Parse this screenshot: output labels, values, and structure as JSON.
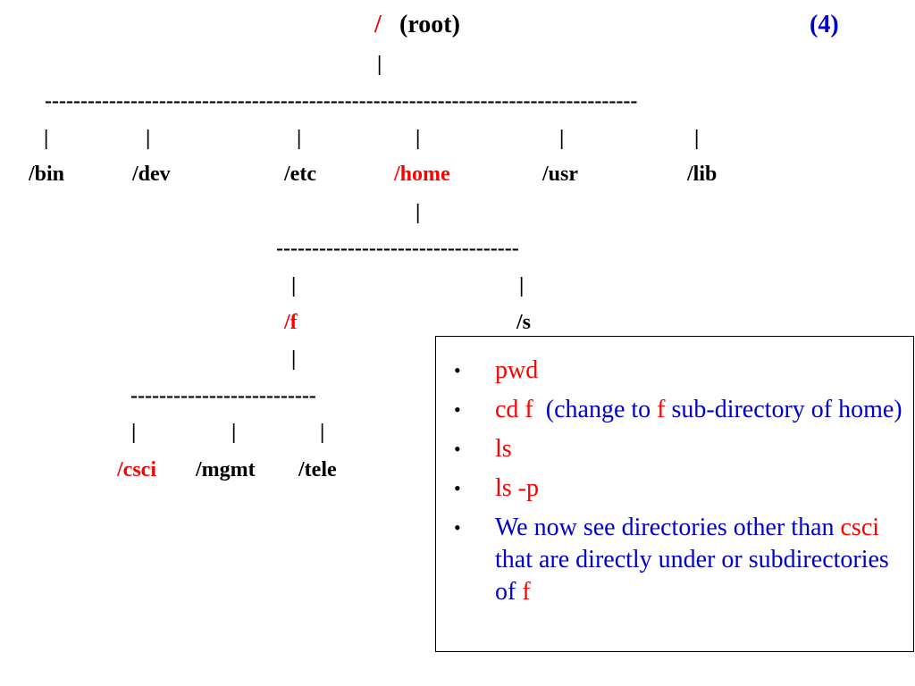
{
  "header": {
    "root_slash": "/",
    "root_label": "(root)",
    "number": "(4)"
  },
  "tree": {
    "root_pipe": "|",
    "level1_line": "-----------------------------------------------------------------------------------",
    "level1_pipes": [
      "|",
      "|",
      "|",
      "|",
      "|",
      "|"
    ],
    "level1_dirs": [
      "/bin",
      "/dev",
      "/etc",
      "/home",
      "/usr",
      "/lib"
    ],
    "home_pipe": "|",
    "level2_line": "----------------------------------",
    "level2_pipes": [
      "|",
      "|"
    ],
    "level2_dirs": [
      "/f",
      "/s"
    ],
    "f_pipe": "|",
    "level3_line": "--------------------------",
    "level3_pipes": [
      "|",
      "|",
      "|"
    ],
    "level3_dirs": [
      "/csci",
      "/mgmt",
      "/tele"
    ]
  },
  "notes": {
    "bullet_glyph": "•",
    "items": [
      {
        "parts": [
          "pwd"
        ]
      },
      {
        "parts": [
          "cd f",
          "  (change to ",
          "f",
          " sub-directory of home)"
        ]
      },
      {
        "parts": [
          "ls"
        ]
      },
      {
        "parts": [
          "ls -p"
        ]
      },
      {
        "parts": [
          "We now see directories other than ",
          "csci",
          "  that are directly under or subdirectories of ",
          "f"
        ]
      }
    ]
  },
  "colors": {
    "red": "#ff0000",
    "blue": "#0000cc",
    "black": "#000000"
  }
}
